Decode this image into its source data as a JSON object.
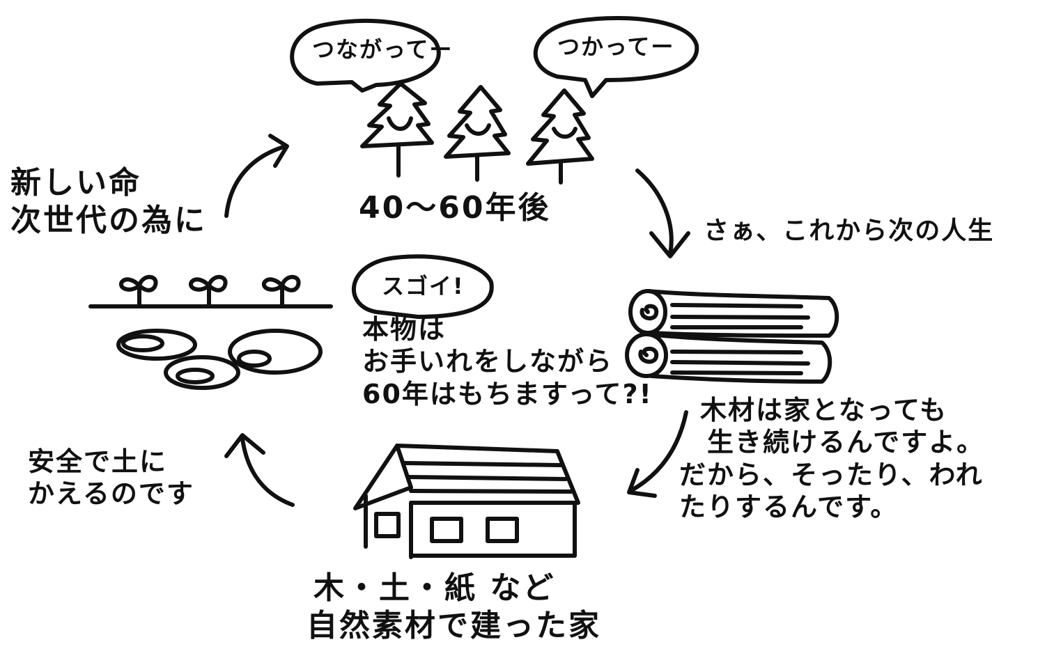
{
  "bubbles": {
    "left_tree": "つながってー",
    "right_tree": "つかってー",
    "center": "スゴイ!"
  },
  "trees_age": "40〜60年後",
  "cut_caption": "さぁ、これから次の人生",
  "new_life": {
    "line1": "新しい命",
    "line2": "次世代の為に"
  },
  "center_text": {
    "line1": "本物は",
    "line2": "お手いれをしながら",
    "line3": "60年はもちますって?!"
  },
  "timber_text": {
    "line1": "木材は家となっても",
    "line2": "生き続けるんですよ。",
    "line3": "だから、そったり、われ",
    "line4": "たりするんです。"
  },
  "return_soil": {
    "line1": "安全で土に",
    "line2": "かえるのです"
  },
  "house_caption": {
    "line1": "木・土・紙 など",
    "line2": "自然素材で建った家"
  }
}
